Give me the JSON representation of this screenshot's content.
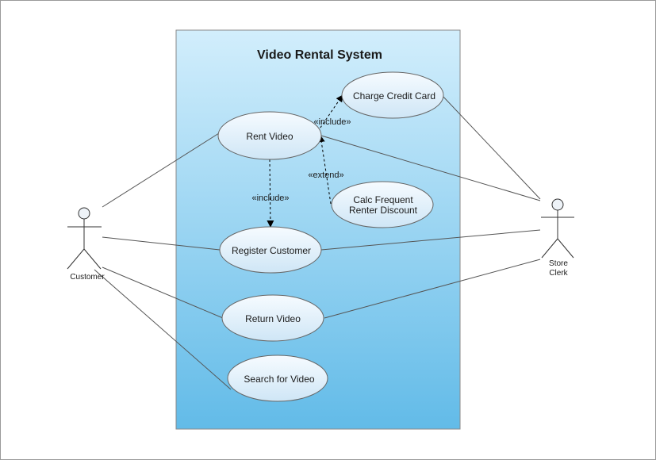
{
  "diagram": {
    "system_title": "Video Rental System",
    "actors": {
      "customer": "Customer",
      "clerk_line1": "Store",
      "clerk_line2": "Clerk"
    },
    "use_cases": {
      "rent_video": "Rent Video",
      "charge_credit_card": "Charge Credit Card",
      "calc_line1": "Calc Frequent",
      "calc_line2": "Renter Discount",
      "register_customer": "Register Customer",
      "return_video": "Return Video",
      "search_video": "Search for Video"
    },
    "relations": {
      "include_charge": "«include»",
      "extend_calc": "«extend»",
      "include_register": "«include»"
    },
    "colors": {
      "boundary_top": "#d2eefc",
      "boundary_bottom": "#62bbe8",
      "usecase_top": "#f6fbff",
      "usecase_bottom": "#cfe6f6",
      "stroke": "#555555"
    }
  }
}
